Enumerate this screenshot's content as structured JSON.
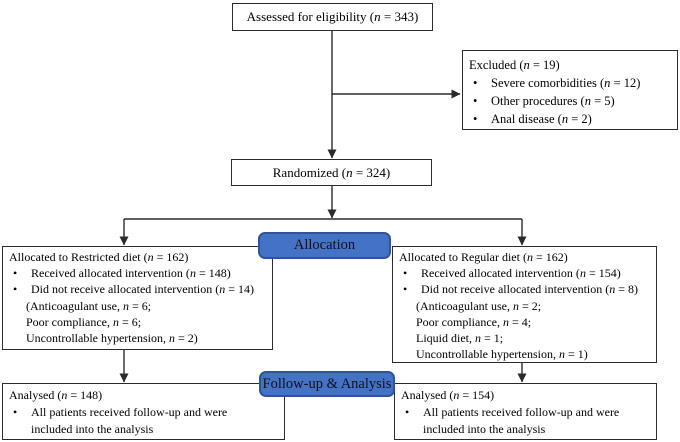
{
  "title": "CONSORT participant flow diagram",
  "colors": {
    "badge_fill": "#4472C4",
    "badge_border": "#2F5597",
    "badge_text": "#101020",
    "box_border": "#2b2b2b",
    "line": "#2b2b2b",
    "bg": "#ffffff",
    "text": "#000000"
  },
  "labels": {
    "allocation": "Allocation",
    "followup": "Follow-up &amp; Analysis"
  },
  "boxes": {
    "assessed": {
      "text": "Assessed for eligibility (<i>n</i> = 343)"
    },
    "excluded": {
      "title": "Excluded (<i>n</i> = 19)",
      "bullets": [
        "Severe comorbidities (<i>n</i> = 12)",
        "Other procedures (<i>n</i> = 5)",
        "Anal disease (<i>n</i> = 2)"
      ]
    },
    "randomized": {
      "text": "Randomized (<i>n</i> = 324)"
    },
    "allocation_left": {
      "title": "Allocated to Restricted diet (<i>n</i> = 162)",
      "bullets": [
        "Received allocated intervention (<i>n</i> = 148)",
        "Did not receive allocated intervention (<i>n</i> = 14)"
      ],
      "notes": [
        "(Anticoagulant use, <i>n</i> = 6;",
        "Poor compliance, <i>n</i> = 6;",
        "Uncontrollable hypertension, <i>n</i> = 2)"
      ]
    },
    "allocation_right": {
      "title": "Allocated to Regular diet (<i>n</i> = 162)",
      "bullets": [
        "Received allocated intervention (<i>n</i> = 154)",
        "Did not receive allocated intervention (<i>n</i> = 8)"
      ],
      "notes": [
        "(Anticoagulant use, <i>n</i> = 2;",
        "Poor compliance, <i>n</i> = 4;",
        "Liquid diet, <i>n</i> = 1;",
        "Uncontrollable hypertension, <i>n</i> = 1)"
      ]
    },
    "analysed_left": {
      "title": "Analysed (<i>n</i> = 148)",
      "bullets": [
        "All patients received follow-up and were included into the analysis"
      ]
    },
    "analysed_right": {
      "title": "Analysed (<i>n</i> = 154)",
      "bullets": [
        "All patients received follow-up and were included into the analysis"
      ]
    }
  }
}
